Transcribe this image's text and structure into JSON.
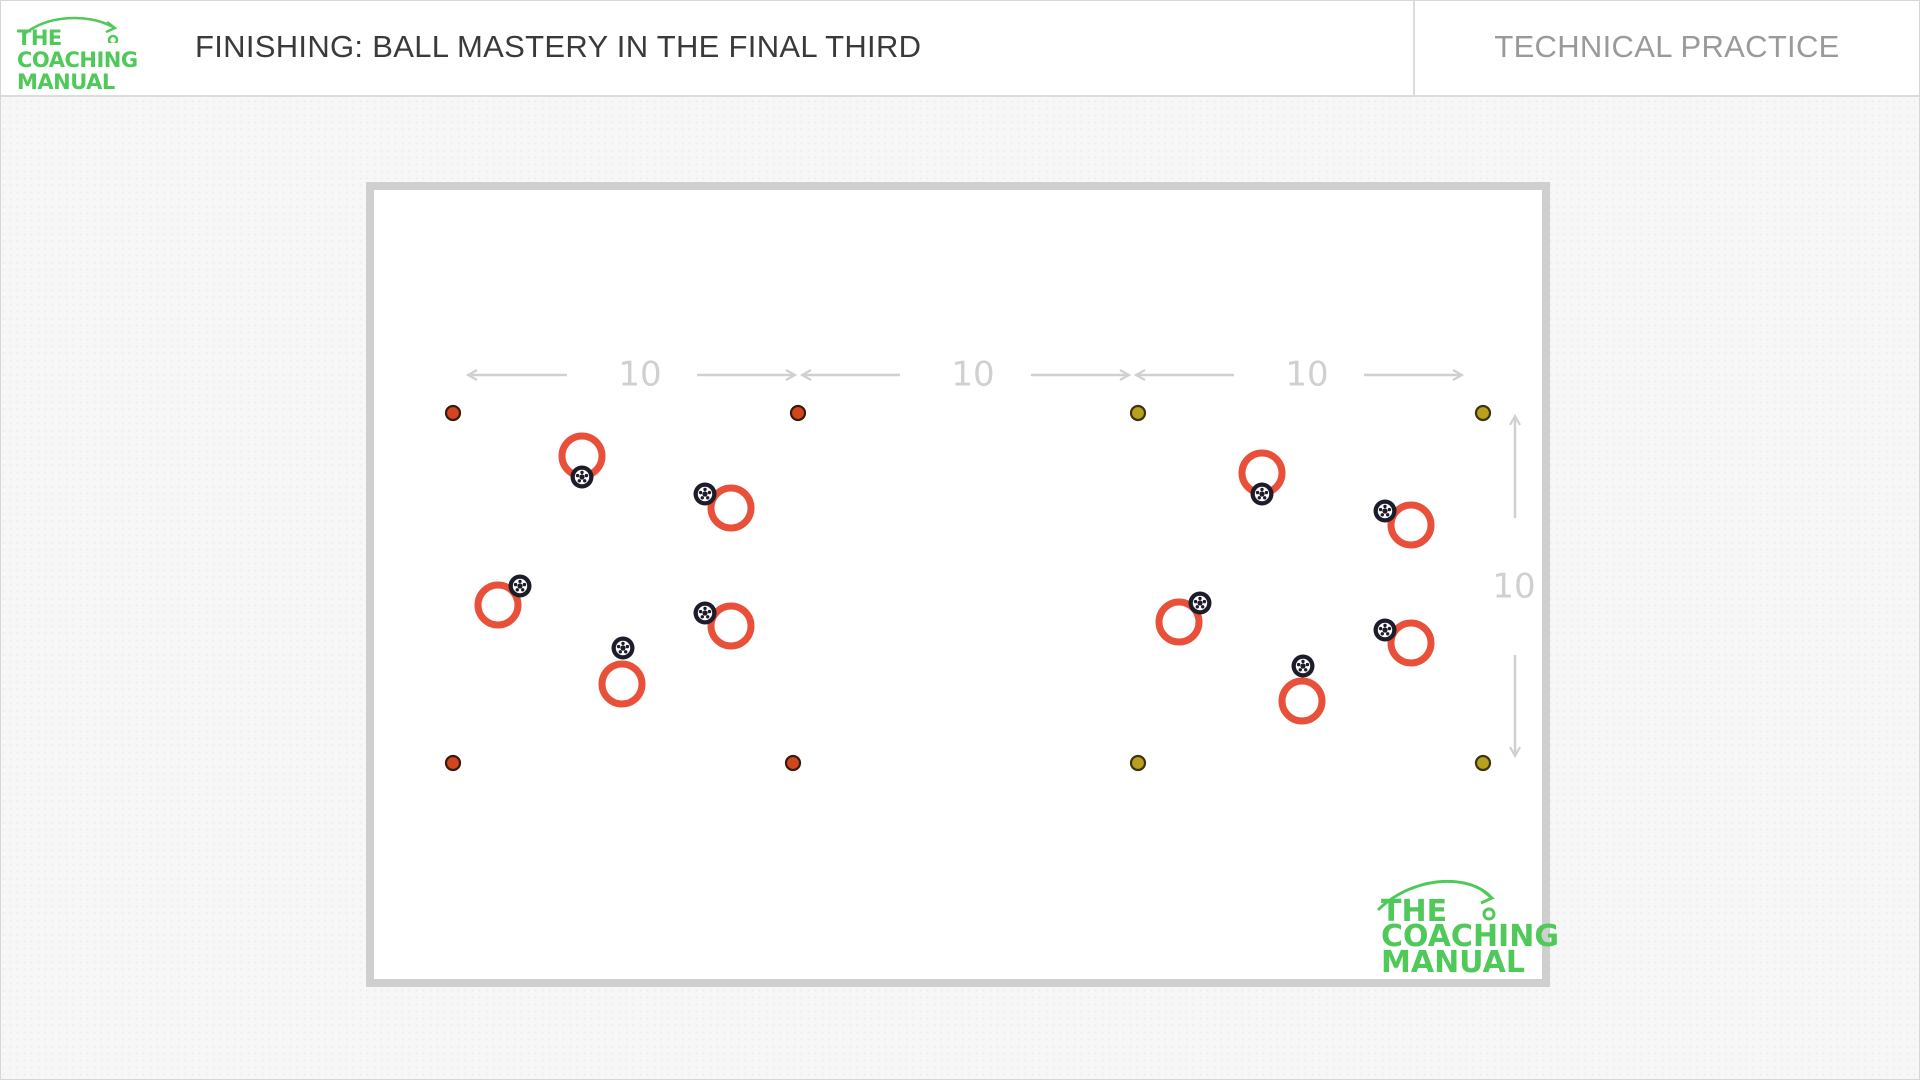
{
  "header": {
    "logo": {
      "line1": "THE",
      "line2": "COACHING",
      "line3": "MANUAL"
    },
    "title": "FINISHING: BALL MASTERY IN THE FINAL THIRD",
    "category": "TECHNICAL PRACTICE"
  },
  "diagram": {
    "dimension_labels": {
      "left_grid_width": "10",
      "gap_width": "10",
      "right_grid_width": "10",
      "grid_height": "10"
    },
    "colors": {
      "player": "#e8503a",
      "cone_left": "#d2461e",
      "cone_right": "#b8a01e",
      "ball": "#1c1c2a",
      "arrow": "#d0d0d0",
      "pitch_border": "#cfcfcf",
      "brand_green": "#4fc95a"
    },
    "legend_counts": {
      "players_per_grid": 5,
      "balls_per_grid": 5,
      "cones_per_grid": 4
    }
  },
  "watermark": {
    "line1": "THE",
    "line2": "COACHING",
    "line3": "MANUAL"
  }
}
